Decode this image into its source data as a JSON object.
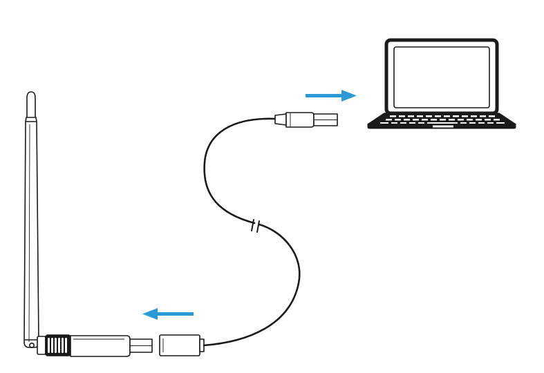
{
  "diagram": {
    "description_items": [
      {
        "name": "antenna",
        "icon": "antenna-icon"
      },
      {
        "name": "usb-wifi-adapter",
        "icon": "usb-adapter-icon"
      },
      {
        "name": "usb-extension-cable",
        "icon": "usb-cable-icon"
      },
      {
        "name": "usb-plug",
        "icon": "usb-plug-icon"
      },
      {
        "name": "laptop",
        "icon": "laptop-icon"
      }
    ],
    "arrows": [
      {
        "name": "arrow-to-laptop",
        "direction": "right"
      },
      {
        "name": "arrow-to-adapter",
        "direction": "left"
      }
    ],
    "colors": {
      "line": "#1a1a1a",
      "arrow": "#2a9ad6",
      "background": "#ffffff",
      "fill_dark": "#1a1a1a",
      "fill_light": "#ffffff"
    }
  }
}
